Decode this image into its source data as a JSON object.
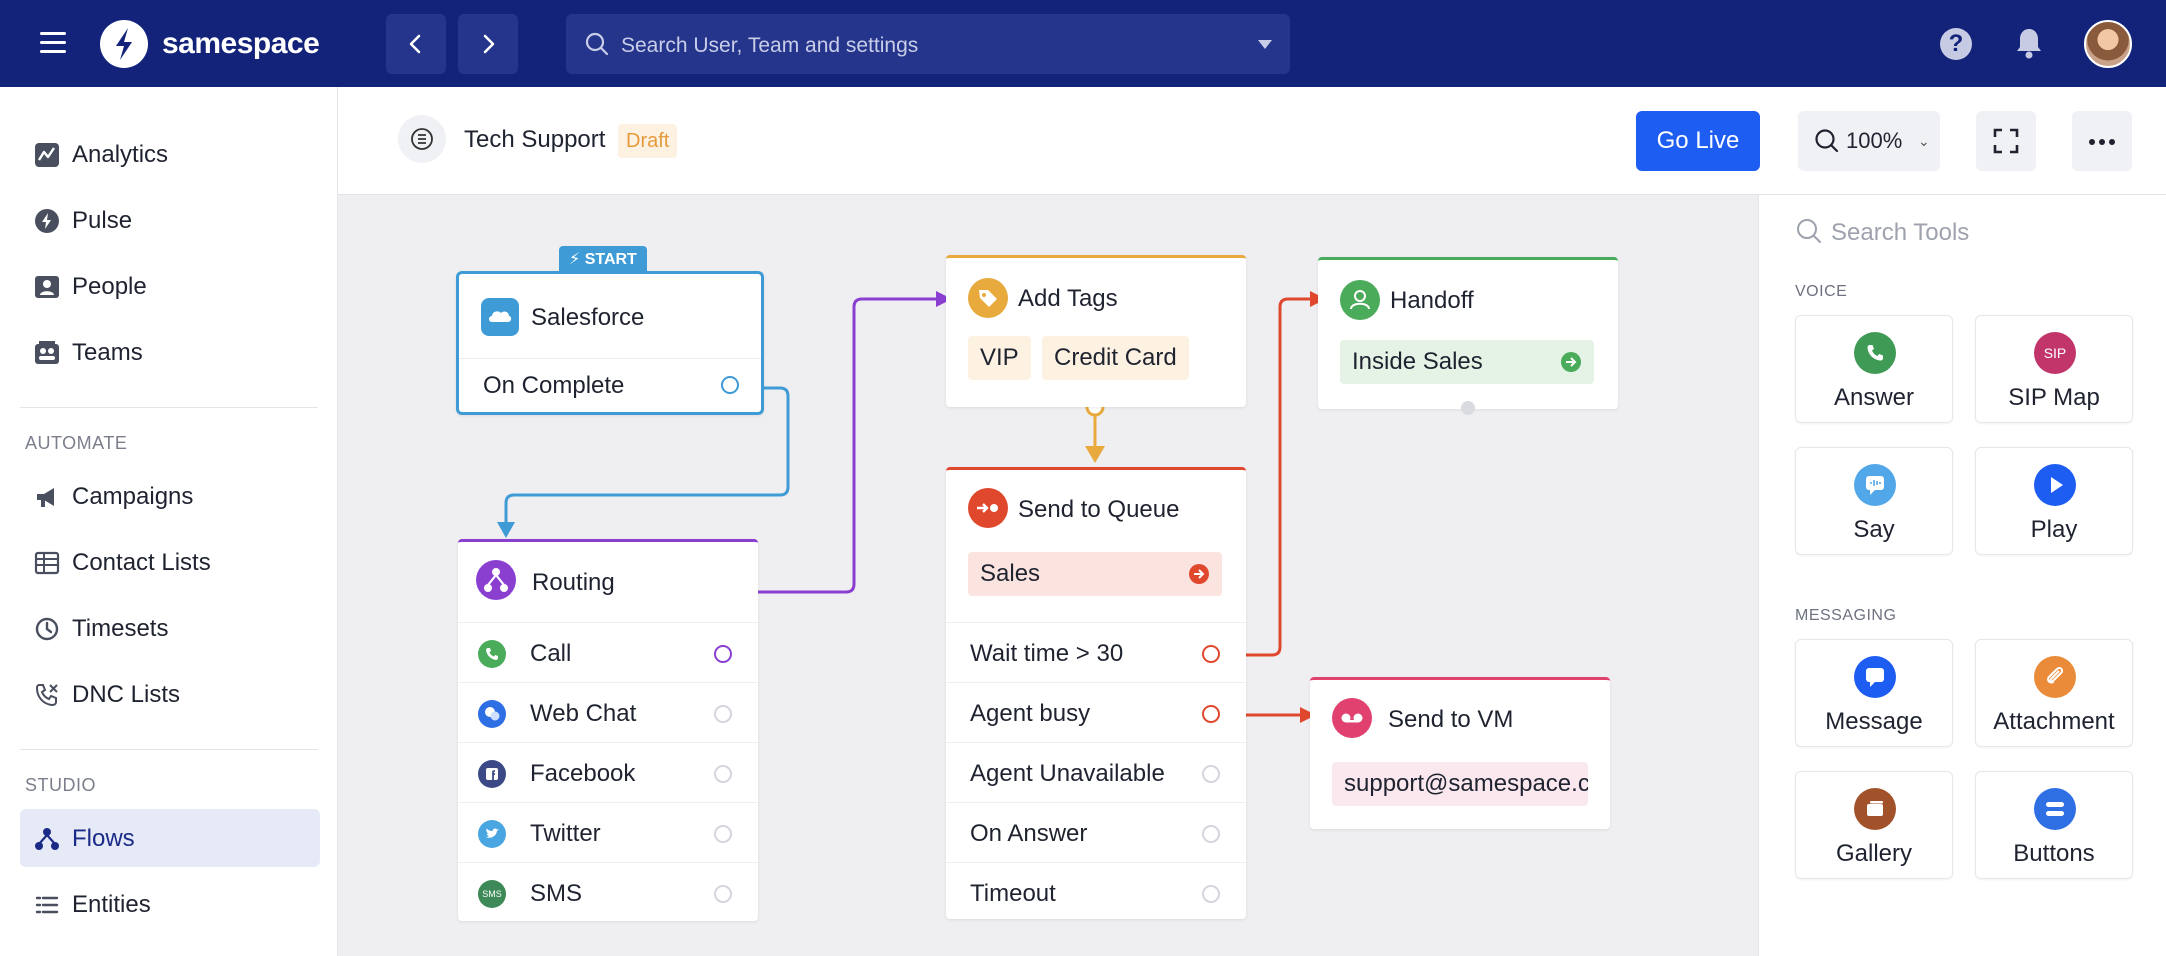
{
  "topbar": {
    "brand": "samespace",
    "search_placeholder": "Search User, Team and settings"
  },
  "sidebar": {
    "items": [
      {
        "label": "Analytics",
        "icon": "chart-icon"
      },
      {
        "label": "Pulse",
        "icon": "bolt-icon"
      },
      {
        "label": "People",
        "icon": "person-icon"
      },
      {
        "label": "Teams",
        "icon": "teams-icon"
      }
    ],
    "automate_label": "AUTOMATE",
    "automate_items": [
      {
        "label": "Campaigns",
        "icon": "megaphone-icon"
      },
      {
        "label": "Contact Lists",
        "icon": "table-icon"
      },
      {
        "label": "Timesets",
        "icon": "clock-icon"
      },
      {
        "label": "DNC Lists",
        "icon": "phone-block-icon"
      }
    ],
    "studio_label": "STUDIO",
    "studio_items": [
      {
        "label": "Flows",
        "icon": "flows-icon",
        "active": true
      },
      {
        "label": "Entities",
        "icon": "list-icon"
      }
    ]
  },
  "editor": {
    "title": "Tech Support",
    "status": "Draft",
    "go_live": "Go Live",
    "zoom": "100%"
  },
  "flow": {
    "start_badge": "START",
    "salesforce": {
      "title": "Salesforce",
      "output": "On Complete"
    },
    "routing": {
      "title": "Routing",
      "channels": [
        "Call",
        "Web Chat",
        "Facebook",
        "Twitter",
        "SMS"
      ]
    },
    "add_tags": {
      "title": "Add Tags",
      "tags": [
        "VIP",
        "Credit Card"
      ]
    },
    "send_to_queue": {
      "title": "Send to Queue",
      "queue": "Sales",
      "outputs": [
        "Wait time > 30",
        "Agent busy",
        "Agent Unavailable",
        "On Answer",
        "Timeout"
      ]
    },
    "handoff": {
      "title": "Handoff",
      "target": "Inside Sales"
    },
    "send_to_vm": {
      "title": "Send to VM",
      "email": "support@samespace.c"
    }
  },
  "tools": {
    "search_placeholder": "Search Tools",
    "voice_label": "VOICE",
    "voice": [
      "Answer",
      "SIP Map",
      "Say",
      "Play"
    ],
    "sip_text": "SIP",
    "messaging_label": "MESSAGING",
    "messaging": [
      "Message",
      "Attachment",
      "Gallery",
      "Buttons"
    ]
  },
  "colors": {
    "topbar": "#14237a",
    "primary": "#1e5df2",
    "salesforce": "#3f9bd6",
    "routing": "#8a3fd1",
    "tags": "#e8a93d",
    "queue": "#e0482e",
    "handoff": "#4aab5a",
    "vm": "#e0416f"
  }
}
